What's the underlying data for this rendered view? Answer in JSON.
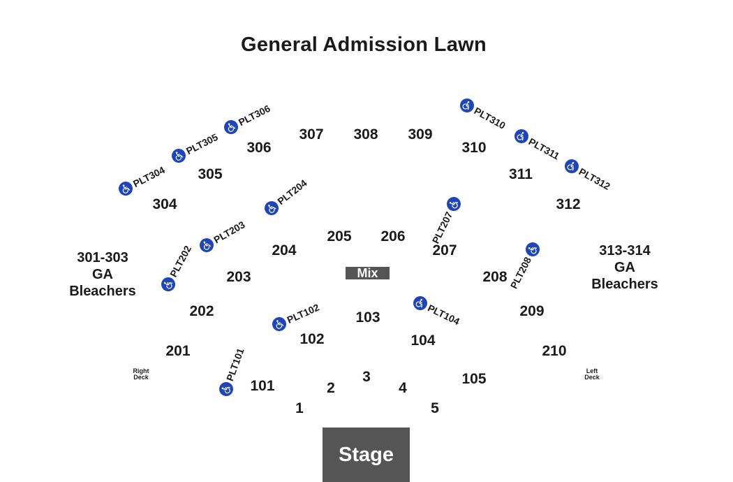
{
  "title": "General Admission Lawn",
  "colors": {
    "accessible_icon_bg": "#1f45b8",
    "block_bg": "#555555",
    "block_text": "#ffffff",
    "text": "#1a1a1a"
  },
  "sections": [
    {
      "id": "1",
      "label": "1"
    },
    {
      "id": "2",
      "label": "2"
    },
    {
      "id": "3",
      "label": "3"
    },
    {
      "id": "4",
      "label": "4"
    },
    {
      "id": "5",
      "label": "5"
    },
    {
      "id": "101",
      "label": "101"
    },
    {
      "id": "102",
      "label": "102"
    },
    {
      "id": "103",
      "label": "103"
    },
    {
      "id": "104",
      "label": "104"
    },
    {
      "id": "105",
      "label": "105"
    },
    {
      "id": "201",
      "label": "201"
    },
    {
      "id": "202",
      "label": "202"
    },
    {
      "id": "203",
      "label": "203"
    },
    {
      "id": "204",
      "label": "204"
    },
    {
      "id": "205",
      "label": "205"
    },
    {
      "id": "206",
      "label": "206"
    },
    {
      "id": "207",
      "label": "207"
    },
    {
      "id": "208",
      "label": "208"
    },
    {
      "id": "209",
      "label": "209"
    },
    {
      "id": "210",
      "label": "210"
    },
    {
      "id": "304",
      "label": "304"
    },
    {
      "id": "305",
      "label": "305"
    },
    {
      "id": "306",
      "label": "306"
    },
    {
      "id": "307",
      "label": "307"
    },
    {
      "id": "308",
      "label": "308"
    },
    {
      "id": "309",
      "label": "309"
    },
    {
      "id": "310",
      "label": "310"
    },
    {
      "id": "311",
      "label": "311"
    },
    {
      "id": "312",
      "label": "312"
    }
  ],
  "bleachers": [
    {
      "id": "left",
      "label": "301-303\nGA\nBleachers"
    },
    {
      "id": "right",
      "label": "313-314\nGA\nBleachers"
    }
  ],
  "decks": [
    {
      "id": "right",
      "label": "Right\nDeck"
    },
    {
      "id": "left",
      "label": "Left\nDeck"
    }
  ],
  "platforms": [
    {
      "id": "plt101",
      "label": "PLT101",
      "icon": "wheelchair-icon"
    },
    {
      "id": "plt102",
      "label": "PLT102",
      "icon": "wheelchair-icon"
    },
    {
      "id": "plt104",
      "label": "PLT104",
      "icon": "wheelchair-icon"
    },
    {
      "id": "plt202",
      "label": "PLT202",
      "icon": "wheelchair-icon"
    },
    {
      "id": "plt203",
      "label": "PLT203",
      "icon": "wheelchair-icon"
    },
    {
      "id": "plt204",
      "label": "PLT204",
      "icon": "wheelchair-icon"
    },
    {
      "id": "plt207",
      "label": "PLT207",
      "icon": "wheelchair-icon"
    },
    {
      "id": "plt208",
      "label": "PLT208",
      "icon": "wheelchair-icon"
    },
    {
      "id": "plt304",
      "label": "PLT304",
      "icon": "wheelchair-icon"
    },
    {
      "id": "plt305",
      "label": "PLT305",
      "icon": "wheelchair-icon"
    },
    {
      "id": "plt306",
      "label": "PLT306",
      "icon": "wheelchair-icon"
    },
    {
      "id": "plt310",
      "label": "PLT310",
      "icon": "wheelchair-icon"
    },
    {
      "id": "plt311",
      "label": "PLT311",
      "icon": "wheelchair-icon"
    },
    {
      "id": "plt312",
      "label": "PLT312",
      "icon": "wheelchair-icon"
    }
  ],
  "mix": "Mix",
  "stage": "Stage"
}
